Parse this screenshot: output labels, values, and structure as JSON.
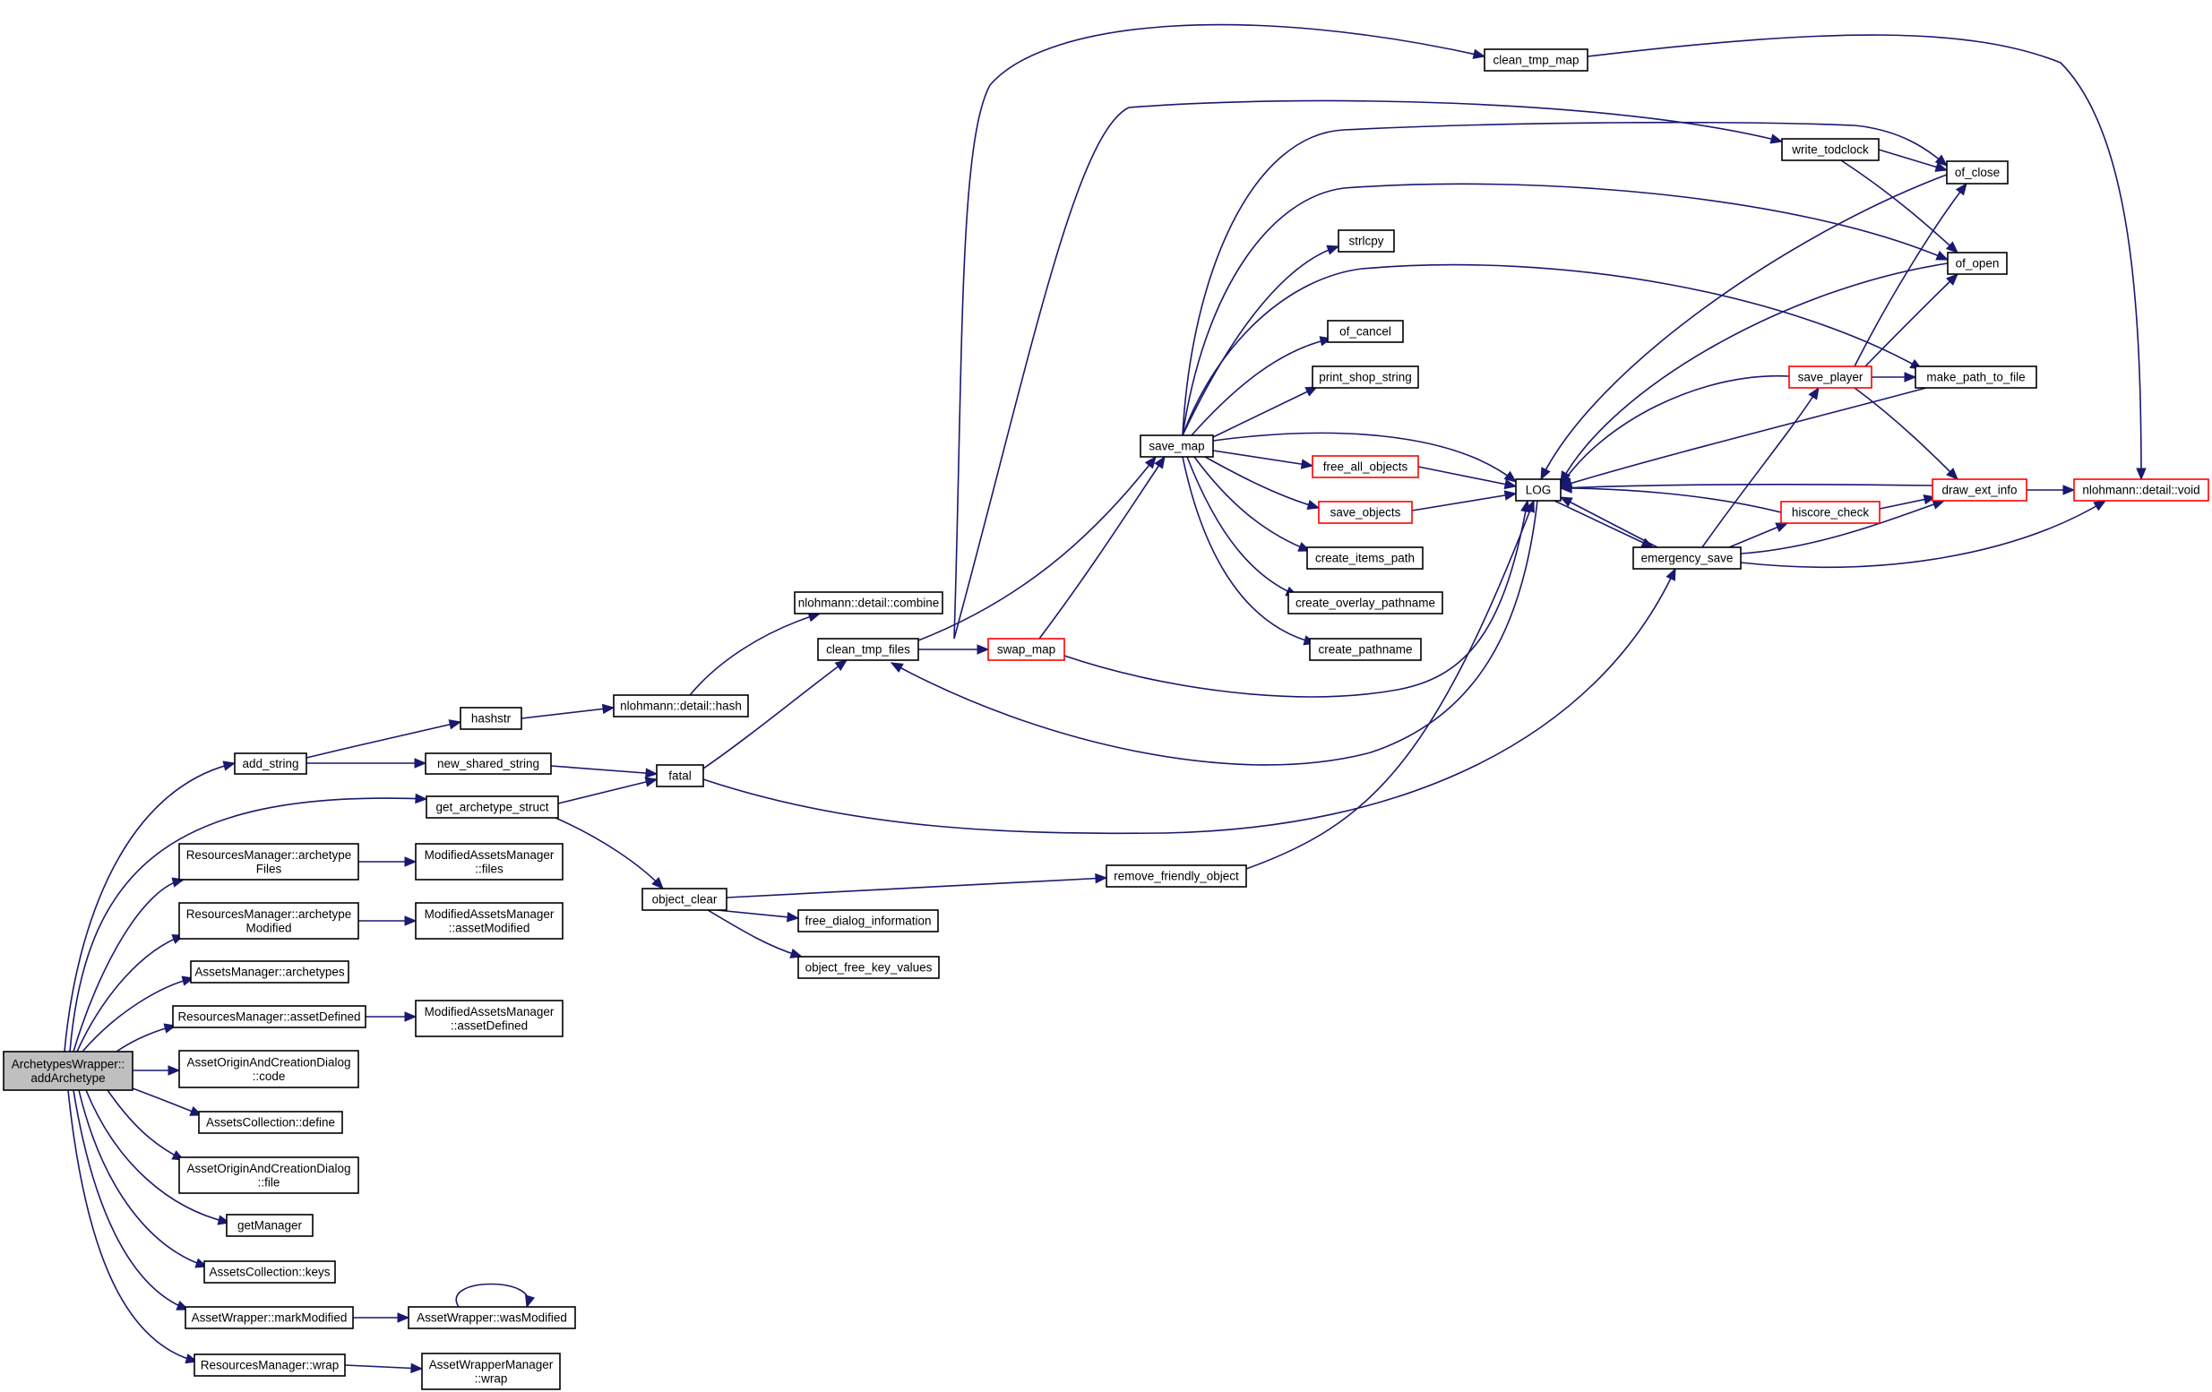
{
  "nodes": [
    {
      "id": "root",
      "lines": [
        "ArchetypesWrapper::",
        "addArchetype"
      ],
      "style": "root"
    },
    {
      "id": "add_string",
      "lines": [
        "add_string"
      ]
    },
    {
      "id": "get_archetype_struct",
      "lines": [
        "get_archetype_struct"
      ]
    },
    {
      "id": "rm_archetypeFiles",
      "lines": [
        "ResourcesManager::archetype",
        "Files"
      ]
    },
    {
      "id": "rm_archetypeModified",
      "lines": [
        "ResourcesManager::archetype",
        "Modified"
      ]
    },
    {
      "id": "am_archetypes",
      "lines": [
        "AssetsManager::archetypes"
      ]
    },
    {
      "id": "rm_assetDefined",
      "lines": [
        "ResourcesManager::assetDefined"
      ]
    },
    {
      "id": "aocd_code",
      "lines": [
        "AssetOriginAndCreationDialog",
        "::code"
      ]
    },
    {
      "id": "ac_define",
      "lines": [
        "AssetsCollection::define"
      ]
    },
    {
      "id": "aocd_file",
      "lines": [
        "AssetOriginAndCreationDialog",
        "::file"
      ]
    },
    {
      "id": "getManager",
      "lines": [
        "getManager"
      ]
    },
    {
      "id": "ac_keys",
      "lines": [
        "AssetsCollection::keys"
      ]
    },
    {
      "id": "aw_markModified",
      "lines": [
        "AssetWrapper::markModified"
      ]
    },
    {
      "id": "rm_wrap",
      "lines": [
        "ResourcesManager::wrap"
      ]
    },
    {
      "id": "hashstr",
      "lines": [
        "hashstr"
      ]
    },
    {
      "id": "new_shared_string",
      "lines": [
        "new_shared_string"
      ]
    },
    {
      "id": "mam_files",
      "lines": [
        "ModifiedAssetsManager",
        "::files"
      ]
    },
    {
      "id": "mam_assetModified",
      "lines": [
        "ModifiedAssetsManager",
        "::assetModified"
      ]
    },
    {
      "id": "mam_assetDefined",
      "lines": [
        "ModifiedAssetsManager",
        "::assetDefined"
      ]
    },
    {
      "id": "aw_wasModified",
      "lines": [
        "AssetWrapper::wasModified"
      ]
    },
    {
      "id": "awm_wrap",
      "lines": [
        "AssetWrapperManager",
        "::wrap"
      ]
    },
    {
      "id": "nd_hash",
      "lines": [
        "nlohmann::detail::hash"
      ]
    },
    {
      "id": "fatal",
      "lines": [
        "fatal"
      ]
    },
    {
      "id": "object_clear",
      "lines": [
        "object_clear"
      ]
    },
    {
      "id": "nd_combine",
      "lines": [
        "nlohmann::detail::combine"
      ]
    },
    {
      "id": "clean_tmp_files",
      "lines": [
        "clean_tmp_files"
      ]
    },
    {
      "id": "free_dialog_information",
      "lines": [
        "free_dialog_information"
      ]
    },
    {
      "id": "object_free_key_values",
      "lines": [
        "object_free_key_values"
      ]
    },
    {
      "id": "remove_friendly_object",
      "lines": [
        "remove_friendly_object"
      ]
    },
    {
      "id": "swap_map",
      "lines": [
        "swap_map"
      ],
      "style": "red"
    },
    {
      "id": "save_map",
      "lines": [
        "save_map"
      ]
    },
    {
      "id": "clean_tmp_map",
      "lines": [
        "clean_tmp_map"
      ]
    },
    {
      "id": "strlcpy",
      "lines": [
        "strlcpy"
      ]
    },
    {
      "id": "of_cancel",
      "lines": [
        "of_cancel"
      ]
    },
    {
      "id": "print_shop_string",
      "lines": [
        "print_shop_string"
      ]
    },
    {
      "id": "free_all_objects",
      "lines": [
        "free_all_objects"
      ],
      "style": "red"
    },
    {
      "id": "save_objects",
      "lines": [
        "save_objects"
      ],
      "style": "red"
    },
    {
      "id": "create_items_path",
      "lines": [
        "create_items_path"
      ]
    },
    {
      "id": "create_overlay_pathname",
      "lines": [
        "create_overlay_pathname"
      ]
    },
    {
      "id": "create_pathname",
      "lines": [
        "create_pathname"
      ]
    },
    {
      "id": "LOG",
      "lines": [
        "LOG"
      ]
    },
    {
      "id": "emergency_save",
      "lines": [
        "emergency_save"
      ]
    },
    {
      "id": "write_todclock",
      "lines": [
        "write_todclock"
      ]
    },
    {
      "id": "of_close",
      "lines": [
        "of_close"
      ]
    },
    {
      "id": "of_open",
      "lines": [
        "of_open"
      ]
    },
    {
      "id": "save_player",
      "lines": [
        "save_player"
      ],
      "style": "red"
    },
    {
      "id": "make_path_to_file",
      "lines": [
        "make_path_to_file"
      ]
    },
    {
      "id": "hiscore_check",
      "lines": [
        "hiscore_check"
      ],
      "style": "red"
    },
    {
      "id": "draw_ext_info",
      "lines": [
        "draw_ext_info"
      ],
      "style": "red"
    },
    {
      "id": "nd_void",
      "lines": [
        "nlohmann::detail::void"
      ],
      "style": "red"
    }
  ],
  "edges": [
    [
      "root",
      "add_string"
    ],
    [
      "root",
      "get_archetype_struct"
    ],
    [
      "root",
      "rm_archetypeFiles"
    ],
    [
      "root",
      "rm_archetypeModified"
    ],
    [
      "root",
      "am_archetypes"
    ],
    [
      "root",
      "rm_assetDefined"
    ],
    [
      "root",
      "aocd_code"
    ],
    [
      "root",
      "ac_define"
    ],
    [
      "root",
      "aocd_file"
    ],
    [
      "root",
      "getManager"
    ],
    [
      "root",
      "ac_keys"
    ],
    [
      "root",
      "aw_markModified"
    ],
    [
      "root",
      "rm_wrap"
    ],
    [
      "add_string",
      "hashstr"
    ],
    [
      "add_string",
      "new_shared_string"
    ],
    [
      "hashstr",
      "nd_hash"
    ],
    [
      "nd_hash",
      "nd_combine"
    ],
    [
      "new_shared_string",
      "fatal"
    ],
    [
      "get_archetype_struct",
      "fatal"
    ],
    [
      "get_archetype_struct",
      "object_clear"
    ],
    [
      "rm_archetypeFiles",
      "mam_files"
    ],
    [
      "rm_archetypeModified",
      "mam_assetModified"
    ],
    [
      "rm_assetDefined",
      "mam_assetDefined"
    ],
    [
      "aw_markModified",
      "aw_wasModified"
    ],
    [
      "aw_wasModified",
      "aw_wasModified"
    ],
    [
      "rm_wrap",
      "awm_wrap"
    ],
    [
      "fatal",
      "clean_tmp_files"
    ],
    [
      "fatal",
      "emergency_save"
    ],
    [
      "object_clear",
      "remove_friendly_object"
    ],
    [
      "object_clear",
      "free_dialog_information"
    ],
    [
      "object_clear",
      "object_free_key_values"
    ],
    [
      "clean_tmp_files",
      "clean_tmp_map"
    ],
    [
      "clean_tmp_files",
      "write_todclock"
    ],
    [
      "clean_tmp_files",
      "save_map"
    ],
    [
      "clean_tmp_files",
      "swap_map"
    ],
    [
      "swap_map",
      "save_map"
    ],
    [
      "swap_map",
      "LOG"
    ],
    [
      "remove_friendly_object",
      "LOG"
    ],
    [
      "save_map",
      "of_close"
    ],
    [
      "save_map",
      "of_open"
    ],
    [
      "save_map",
      "strlcpy"
    ],
    [
      "save_map",
      "make_path_to_file"
    ],
    [
      "save_map",
      "of_cancel"
    ],
    [
      "save_map",
      "print_shop_string"
    ],
    [
      "save_map",
      "LOG"
    ],
    [
      "save_map",
      "free_all_objects"
    ],
    [
      "save_map",
      "save_objects"
    ],
    [
      "save_map",
      "create_items_path"
    ],
    [
      "save_map",
      "create_overlay_pathname"
    ],
    [
      "save_map",
      "create_pathname"
    ],
    [
      "free_all_objects",
      "LOG"
    ],
    [
      "save_objects",
      "LOG"
    ],
    [
      "LOG",
      "clean_tmp_files"
    ],
    [
      "LOG",
      "emergency_save"
    ],
    [
      "emergency_save",
      "LOG"
    ],
    [
      "emergency_save",
      "save_player"
    ],
    [
      "emergency_save",
      "hiscore_check"
    ],
    [
      "emergency_save",
      "draw_ext_info"
    ],
    [
      "emergency_save",
      "nd_void"
    ],
    [
      "save_player",
      "LOG"
    ],
    [
      "save_player",
      "of_close"
    ],
    [
      "save_player",
      "of_open"
    ],
    [
      "save_player",
      "make_path_to_file"
    ],
    [
      "save_player",
      "draw_ext_info"
    ],
    [
      "hiscore_check",
      "LOG"
    ],
    [
      "hiscore_check",
      "draw_ext_info"
    ],
    [
      "make_path_to_file",
      "LOG"
    ],
    [
      "of_open",
      "LOG"
    ],
    [
      "of_close",
      "LOG"
    ],
    [
      "draw_ext_info",
      "LOG"
    ],
    [
      "draw_ext_info",
      "nd_void"
    ],
    [
      "write_todclock",
      "of_close"
    ],
    [
      "write_todclock",
      "of_open"
    ],
    [
      "clean_tmp_map",
      "nd_void"
    ]
  ]
}
